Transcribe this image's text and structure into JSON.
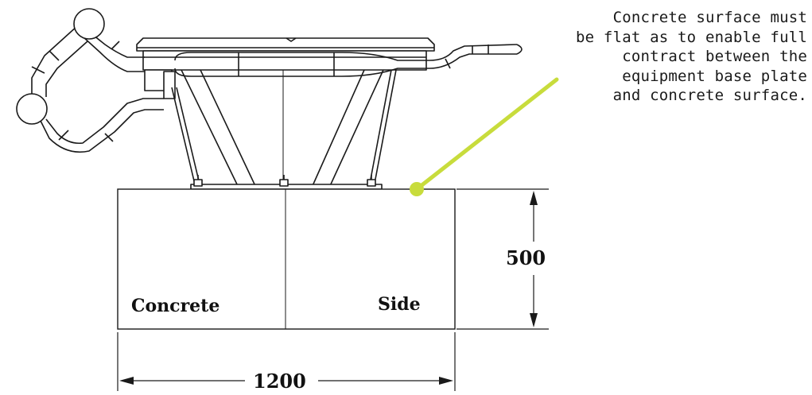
{
  "annotation": {
    "lines": [
      "Concrete surface must",
      "be flat as to enable full",
      "contract between the",
      "equipment base plate",
      "and concrete surface."
    ]
  },
  "labels": {
    "left": "Concrete",
    "right": "Side"
  },
  "dimensions": {
    "height": "500",
    "width": "1200"
  },
  "colors": {
    "leader": "#c8dc3c",
    "line": "#1a1a1a"
  }
}
